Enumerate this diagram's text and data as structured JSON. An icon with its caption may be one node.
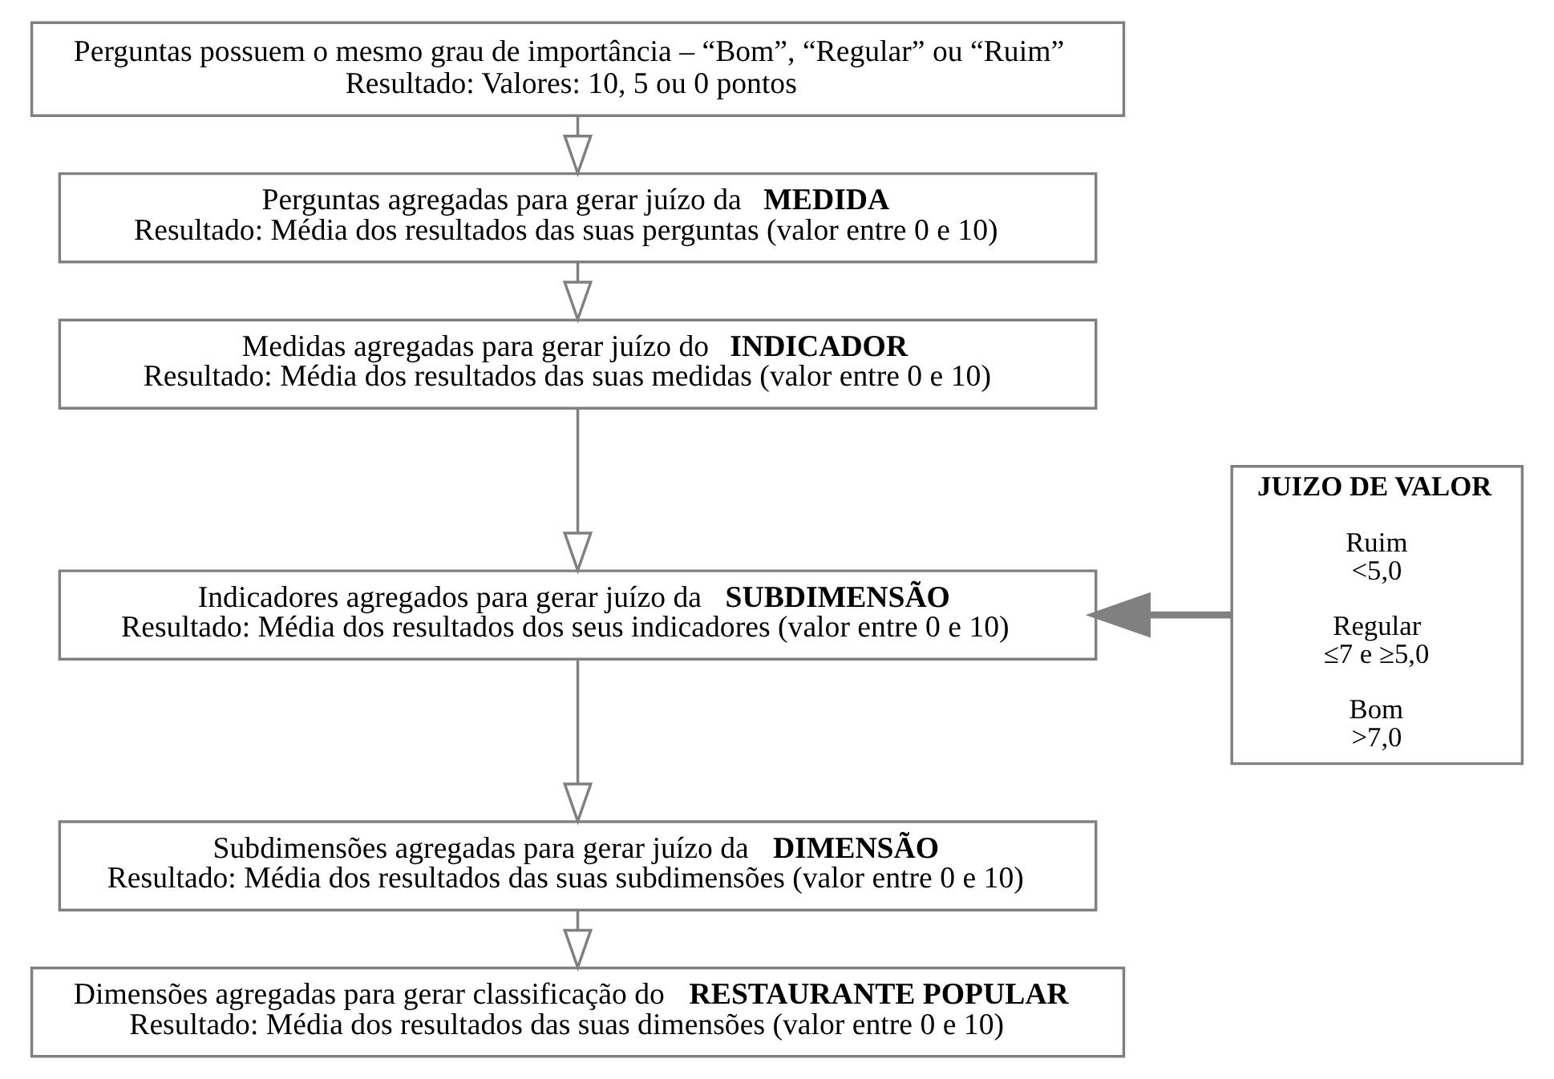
{
  "diagram": {
    "nodes": [
      {
        "text": [
          "Perguntas possuem o mesmo grau de importância – “Bom”, “Regular” ou “Ruim”",
          "Resultado: Valores: 10, 5 ou 0 pontos"
        ]
      },
      {
        "text": [
          "Perguntas agregadas para gerar juízo da **MEDIDA**",
          "Resultado: Média dos resultados das suas perguntas (valor entre 0 e 10)"
        ]
      },
      {
        "text": [
          "Medidas agregadas para gerar juízo do **INDICADOR**",
          "Resultado: Média dos resultados das suas medidas (valor entre 0 e 10)"
        ]
      },
      {
        "text": [
          "Indicadores agregados para gerar juízo da **SUBDIMENSÃO**",
          "Resultado: Média dos resultados dos seus indicadores (valor entre 0 e 10)"
        ]
      },
      {
        "text": [
          "Subdimensões agregadas para gerar juízo da **DIMENSÃO**",
          "Resultado: Média dos resultados das suas subdimensões (valor entre 0 e 10)"
        ]
      },
      {
        "text": [
          "Dimensões agregadas para gerar classificação do **RESTAURANTE POPULAR**",
          "Resultado: Média dos resultados das suas dimensões (valor entre 0 e 10)"
        ]
      },
      {
        "text": [
          "**JUIZO DE VALOR**",
          "Ruim <5,0",
          "Regular ≤7 e ≥5,0",
          "Bom >7,0"
        ]
      }
    ],
    "edges": [
      {
        "from": 0,
        "to": 1,
        "arrow": "to"
      },
      {
        "from": 1,
        "to": 2,
        "arrow": "to"
      },
      {
        "from": 2,
        "to": 3,
        "arrow": "to"
      },
      {
        "from": 3,
        "to": 4,
        "arrow": "to"
      },
      {
        "from": 4,
        "to": 5,
        "arrow": "to"
      },
      {
        "from": 6,
        "to": 3,
        "arrow": "to",
        "style": "thick"
      }
    ]
  }
}
